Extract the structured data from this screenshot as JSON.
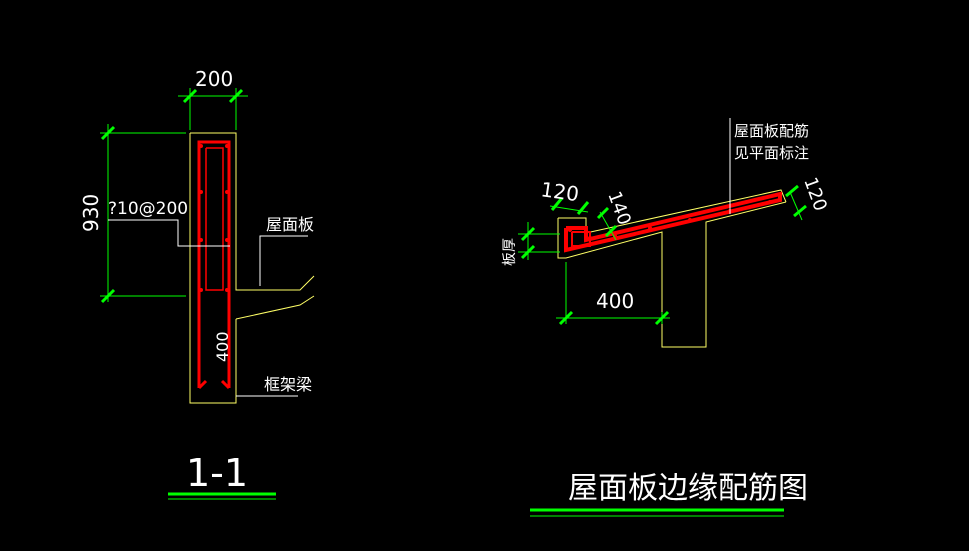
{
  "colors": {
    "background": "#000000",
    "outline": "#ffff66",
    "dimension": "#00ff00",
    "rebar": "#ff0000",
    "leader": "#ffffff",
    "text": "#ffffff",
    "underline": "#00ff00"
  },
  "section_1_1": {
    "dim_width": "200",
    "dim_height": "930",
    "dim_beam": "400",
    "rebar_label": "?10@200",
    "label_roof_slab": "屋面板",
    "label_frame_beam": "框架梁",
    "title": "1-1"
  },
  "edge_detail": {
    "dim_120_left": "120",
    "dim_140": "140",
    "dim_120_right": "120",
    "dim_400": "400",
    "label_slab_thickness": "板厚",
    "note_line1": "屋面板配筋",
    "note_line2": "见平面标注",
    "title": "屋面板边缘配筋图"
  }
}
